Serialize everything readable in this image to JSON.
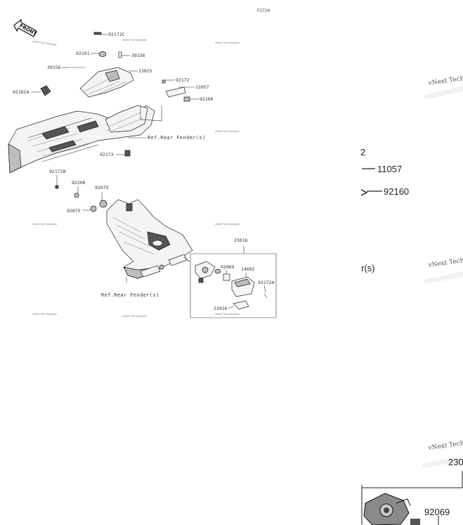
{
  "diagram_code": "F2720",
  "front_arrow": "FRONT",
  "watermark": "vNext Technologies",
  "watermark_partial": "vNext Techn",
  "parts": {
    "p92172C": "92172C",
    "p92161": "92161",
    "p39156a": "39156",
    "p39156b": "39156",
    "p23025": "23025",
    "p92161A": "92161A",
    "p92172": "92172",
    "p11057": "11057",
    "p92160": "92160",
    "p92173": "92173",
    "p92172B": "92172B",
    "p92200": "92200",
    "p92075a": "92075",
    "p92075b": "92075",
    "p23016": "23016",
    "p92069": "92069",
    "p14092": "14092",
    "p92172A": "92172A",
    "p23026": "23026"
  },
  "refs": {
    "rear_fender_top": "Ref.Rear Fender(s)",
    "rear_fender_bottom": "Ref.Rear Fender(s)"
  },
  "zoom": {
    "label_2": "2",
    "label_11057": "11057",
    "label_92160": "92160",
    "label_fender": "r(s)",
    "label_230": "230",
    "label_92069": "92069"
  }
}
